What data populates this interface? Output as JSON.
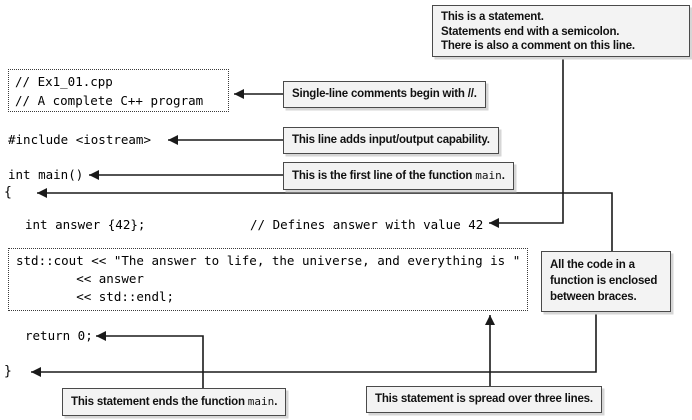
{
  "figure": {
    "description": "Annotated C++ example program Ex1_01 with explanatory callouts"
  },
  "colors": {
    "background": "#ffffff",
    "arrow_line": "#1a1a1a",
    "callout_background": "#f3f3f3",
    "callout_border": "#4a4a4a",
    "code_text": "#000000"
  },
  "code": {
    "comment_block": {
      "line1": "// Ex1_01.cpp",
      "line2": "// A complete C++ program"
    },
    "include_line": "#include <iostream>",
    "main_signature": "int main()",
    "open_brace": "{",
    "answer_statement": "int answer {42};",
    "answer_comment": "// Defines answer with value 42",
    "cout_block": {
      "line1": "std::cout << \"The answer to life, the universe, and everything is \"",
      "line2": "        << answer",
      "line3": "        << std::endl;"
    },
    "return_statement": "return 0;",
    "close_brace": "}"
  },
  "callouts": {
    "statement": {
      "line1": "This is a statement.",
      "line2": "Statements end with a semicolon.",
      "line3": "There is also a comment on this line."
    },
    "single_line_comments": "Single-line comments begin with //.",
    "include_capability": "This line adds input/output capability.",
    "main_first_line": {
      "before": "This is the first line of the function ",
      "code": "main",
      "after": "."
    },
    "braces": {
      "line1": "All the code in a",
      "line2": "function is enclosed",
      "line3": "between braces."
    },
    "ends_main": {
      "before": "This statement ends the function ",
      "code": "main",
      "after": "."
    },
    "three_lines": "This statement is spread over three lines."
  }
}
